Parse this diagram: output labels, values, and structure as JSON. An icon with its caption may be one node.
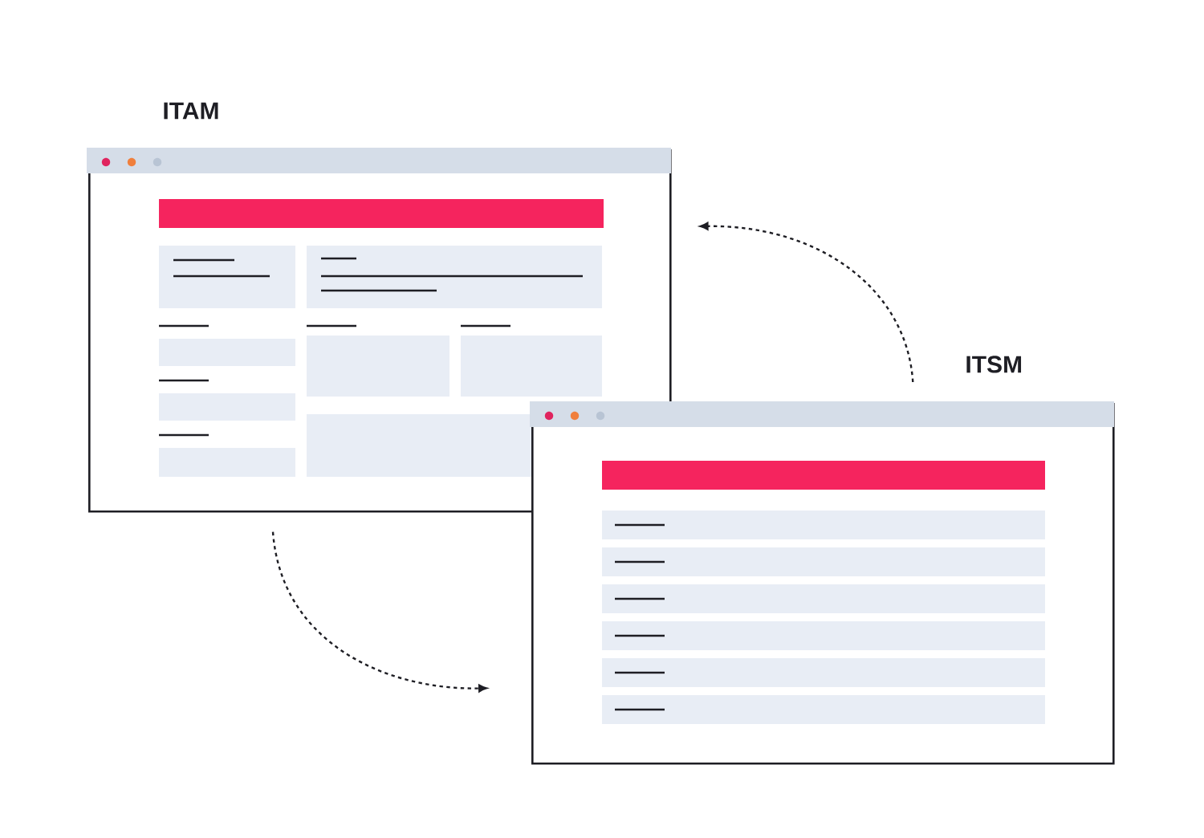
{
  "diagram": {
    "nodes": [
      {
        "text": [
          "ITAM"
        ]
      },
      {
        "text": [
          "ITSM"
        ]
      }
    ],
    "edges": [
      {
        "from": 0,
        "to": 1,
        "arrow": "to"
      },
      {
        "from": 1,
        "to": 0,
        "arrow": "to"
      }
    ]
  }
}
